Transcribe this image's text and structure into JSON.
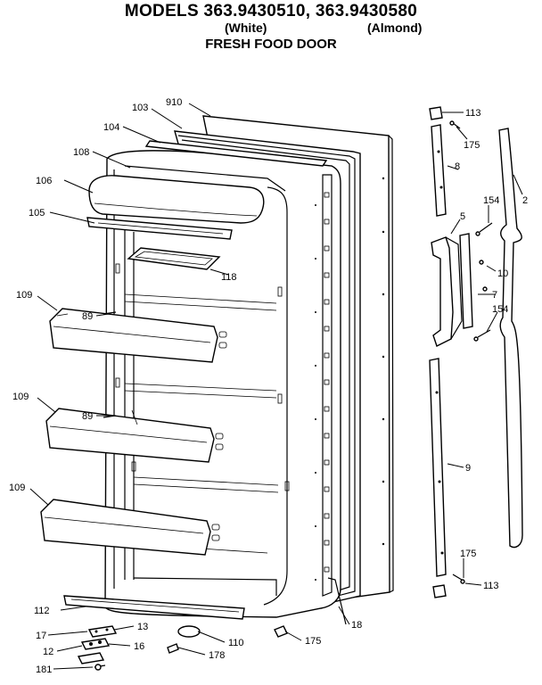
{
  "header": {
    "title": "MODELS 363.9430510, 363.9430580",
    "color_white": "(White)",
    "color_almond": "(Almond)",
    "subtitle": "FRESH FOOD DOOR"
  },
  "callouts": {
    "p910": "910",
    "p103": "103",
    "p104": "104",
    "p108": "108",
    "p106": "106",
    "p105": "105",
    "p118": "118",
    "p109a": "109",
    "p89a": "89",
    "p109b": "109",
    "p89b": "89",
    "p109c": "109",
    "p112": "112",
    "p17": "17",
    "p13": "13",
    "p12": "12",
    "p16": "16",
    "p181": "181",
    "p110": "110",
    "p178": "178",
    "p175a": "175",
    "p18": "18",
    "p113a": "113",
    "p175b": "175",
    "p8": "8",
    "p2": "2",
    "p154a": "154",
    "p5": "5",
    "p10": "10",
    "p7": "7",
    "p154b": "154",
    "p9": "9",
    "p175c": "175",
    "p113b": "113"
  }
}
